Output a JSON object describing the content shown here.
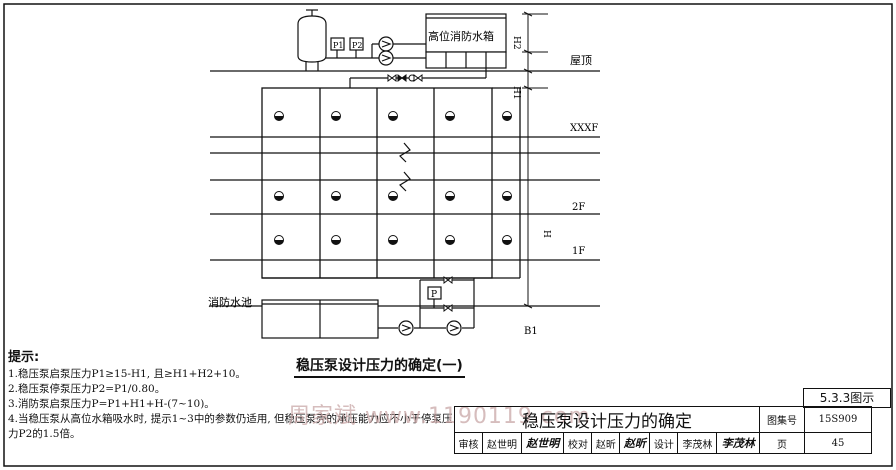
{
  "diagram": {
    "labels": {
      "high_tank": "高位消防水箱",
      "p1": "P1",
      "p2": "P2",
      "p": "P",
      "roof": "屋顶",
      "xxxf": "XXXF",
      "f2": "2F",
      "f1": "1F",
      "b1": "B1",
      "pool": "消防水池",
      "h": "H",
      "h1": "H1",
      "h2": "H2"
    }
  },
  "figure_title": "稳压泵设计压力的确定(一)",
  "notes": {
    "heading": "提示:",
    "items": [
      "1.稳压泵启泵压力P1≥15-H1, 且≥H1+H2+10。",
      "2.稳压泵停泵压力P2=P1/0.80。",
      "3.消防泵启泵压力P=P1+H1+H-(7~10)。",
      "4.当稳压泵从高位水箱吸水时, 提示1~3中的参数仍适用, 但稳压泵壳的承压能力应不小于停泵压力P2的1.5倍。"
    ]
  },
  "watermark": "周家斌 www.1190119.com",
  "title_block": {
    "figure_number": "5.3.3图示",
    "sheet_title": "稳压泵设计压力的确定",
    "atlas_label": "图集号",
    "atlas_no": "15S909",
    "review_label": "审核",
    "reviewer": "赵世明",
    "reviewer_sig": "赵世明",
    "check_label": "校对",
    "checker": "赵昕",
    "checker_sig": "赵昕",
    "design_label": "设计",
    "designer": "李茂林",
    "designer_sig": "李茂林",
    "page_label": "页",
    "page_no": "45"
  }
}
